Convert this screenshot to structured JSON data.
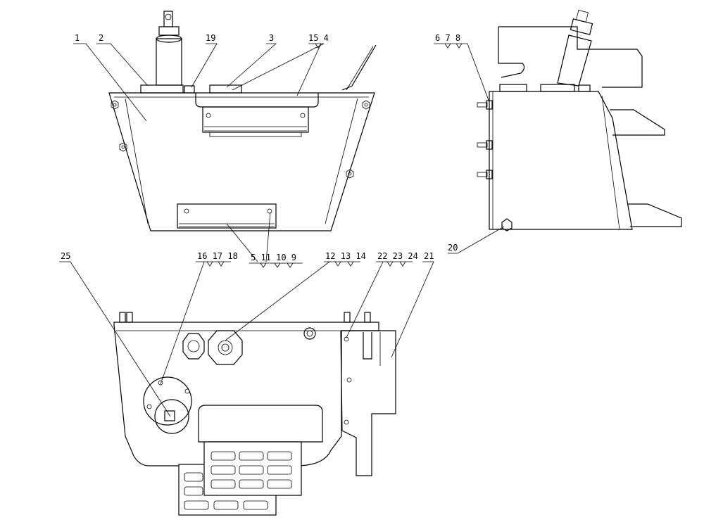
{
  "callouts": [
    {
      "id": "c1",
      "label": "1"
    },
    {
      "id": "c2",
      "label": "2"
    },
    {
      "id": "c19",
      "label": "19"
    },
    {
      "id": "c3",
      "label": "3"
    },
    {
      "id": "c15-4",
      "label": "15 4"
    },
    {
      "id": "c6-7-8",
      "label": "6 7 8"
    },
    {
      "id": "c5-11-10-9",
      "label": "5 11 10 9"
    },
    {
      "id": "c20",
      "label": "20"
    },
    {
      "id": "c25",
      "label": "25"
    },
    {
      "id": "c16-17-18",
      "label": "16 17 18"
    },
    {
      "id": "c12-13-14",
      "label": "12 13 14"
    },
    {
      "id": "c22-23-24",
      "label": "22 23 24"
    },
    {
      "id": "c21",
      "label": "21"
    }
  ]
}
